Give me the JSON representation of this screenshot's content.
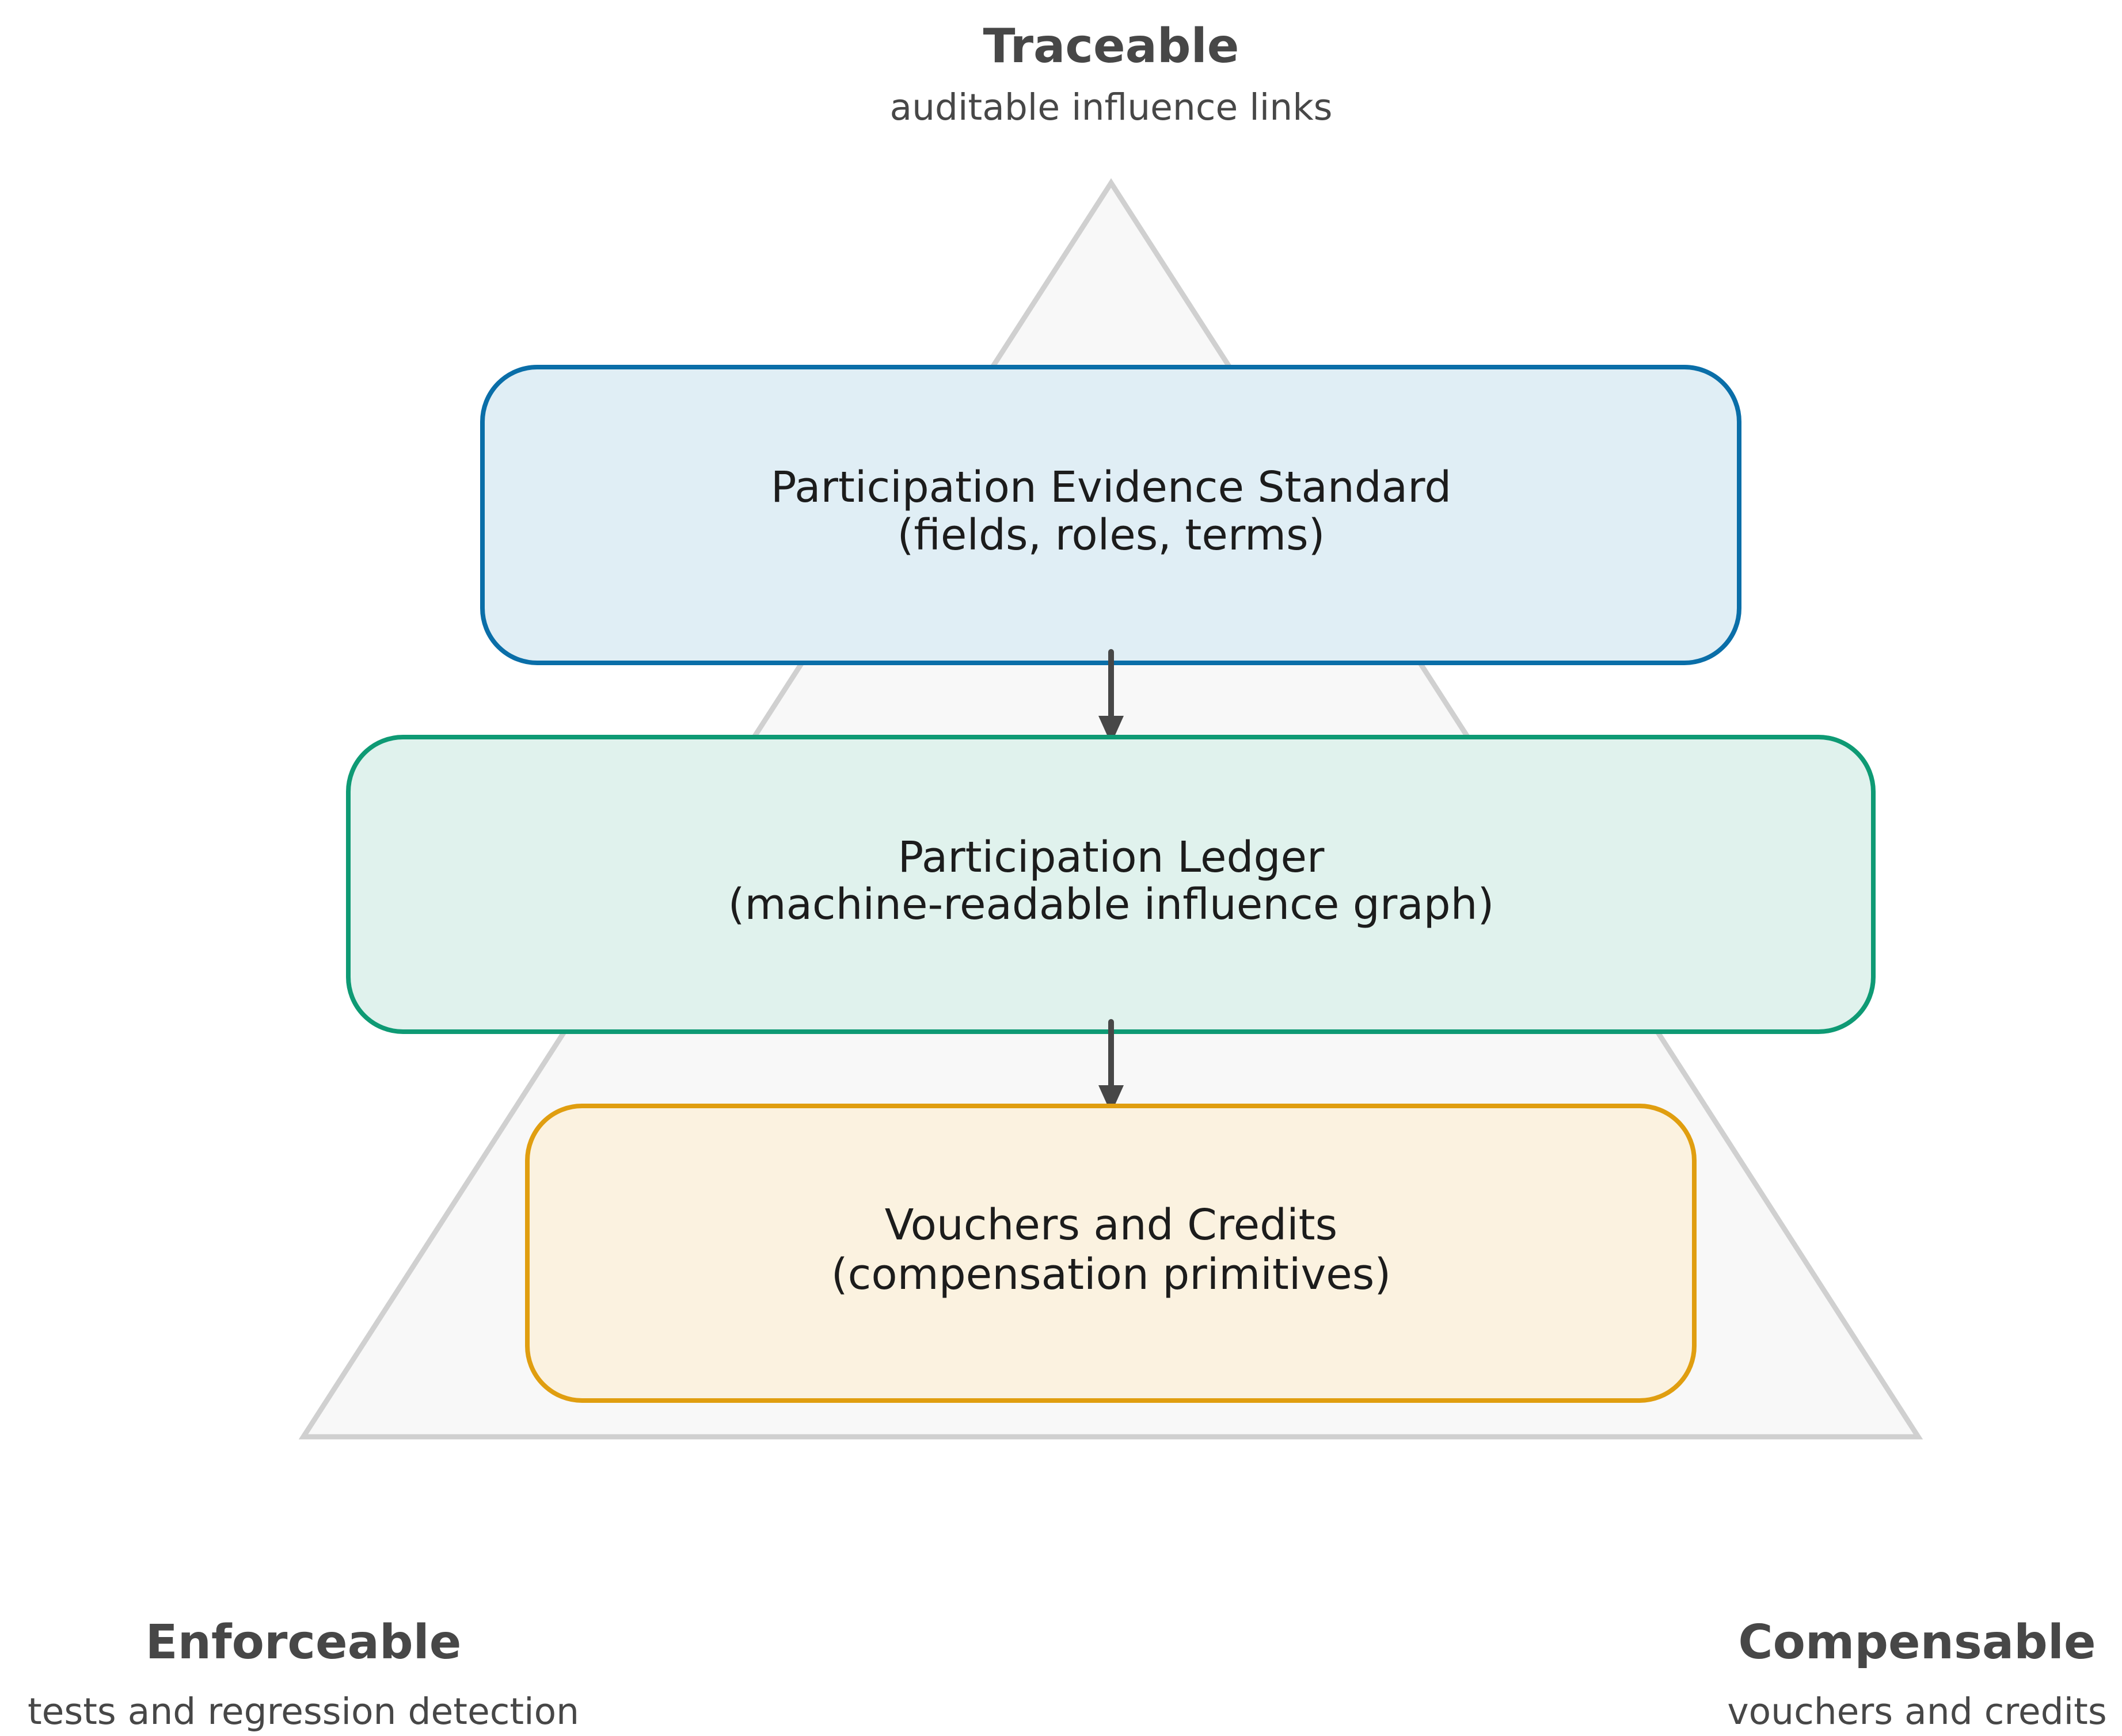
{
  "vertices": {
    "top": {
      "title": "Traceable",
      "subtitle": "auditable influence links"
    },
    "left": {
      "title": "Enforceable",
      "subtitle": "tests and regression detection"
    },
    "right": {
      "title": "Compensable",
      "subtitle": "vouchers and credits"
    }
  },
  "layers": [
    {
      "line1": "Participation Evidence Standard",
      "line2": "(fields, roles, terms)",
      "fill": "#e0eef5",
      "stroke": "#0a6ea8"
    },
    {
      "line1": "Participation Ledger",
      "line2": "(machine-readable influence graph)",
      "fill": "#e0f2ed",
      "stroke": "#0e9a74"
    },
    {
      "line1": "Vouchers and Credits",
      "line2": "(compensation primitives)",
      "fill": "#fbf2e0",
      "stroke": "#e09e10"
    }
  ],
  "colors": {
    "triangle_fill": "#f8f8f8",
    "triangle_stroke": "#d0d0d0",
    "arrow": "#474747",
    "label_text": "#474747"
  }
}
